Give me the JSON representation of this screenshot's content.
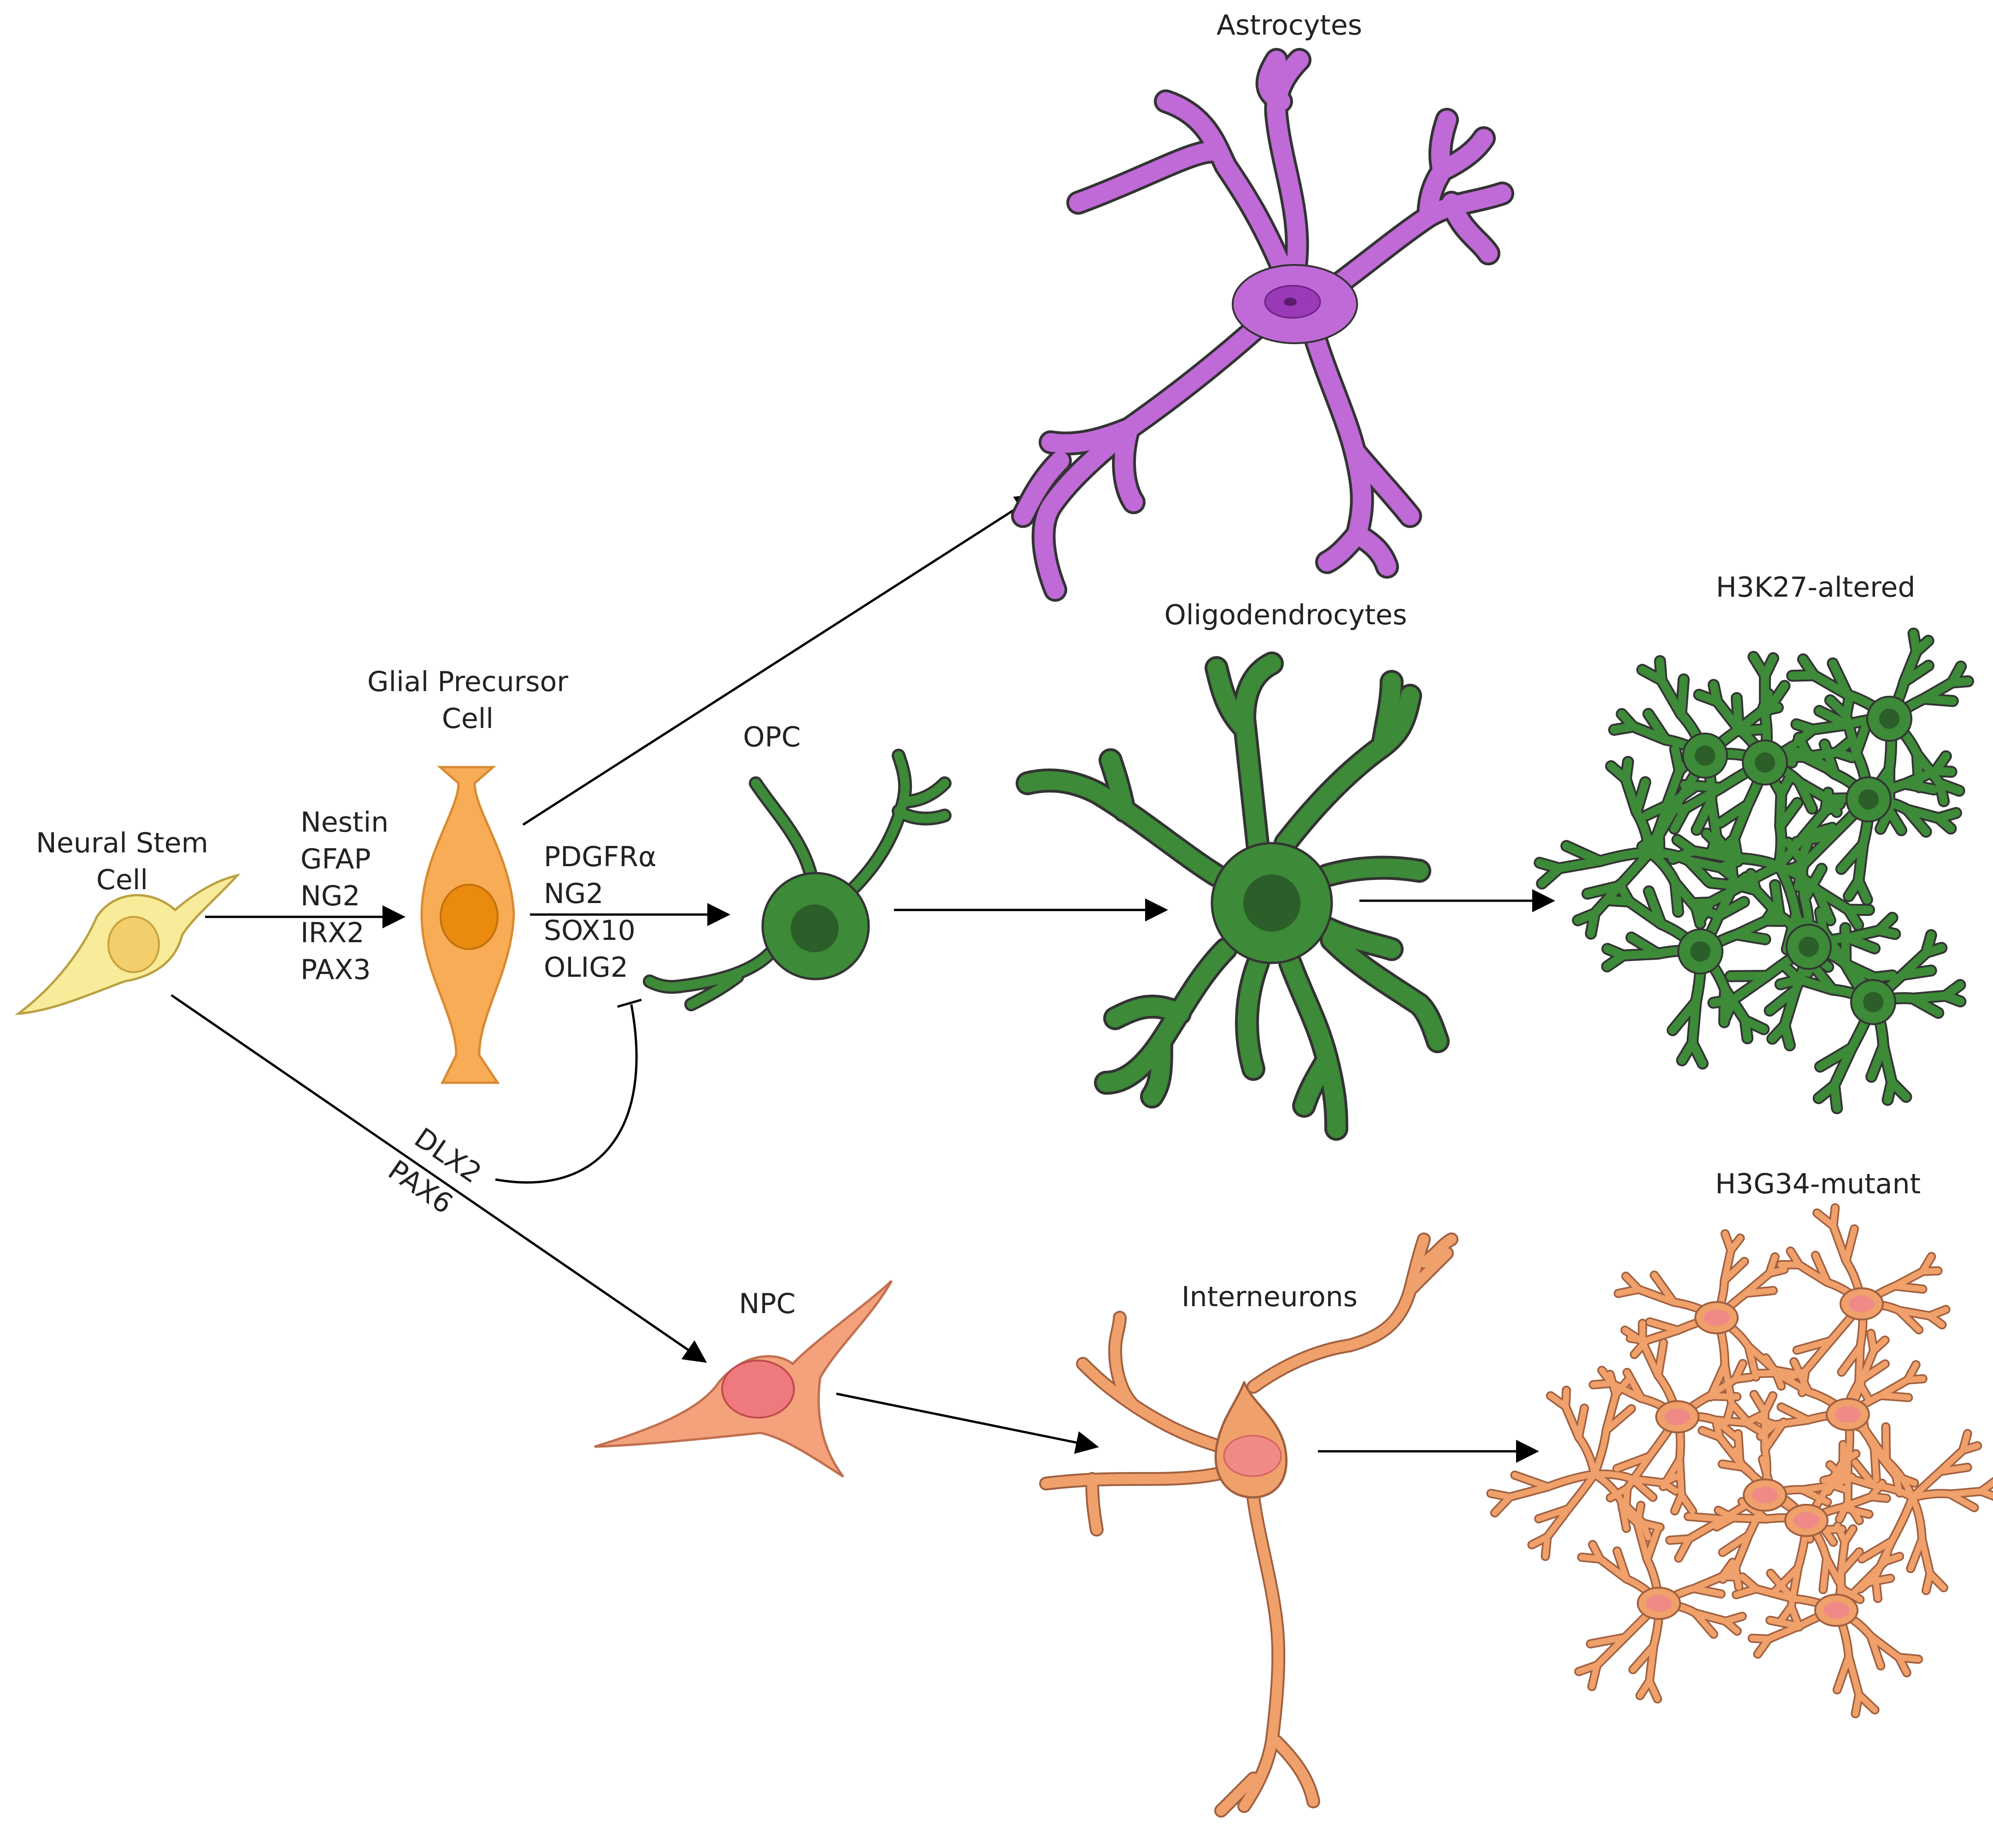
{
  "nodes": {
    "neural_stem_cell": {
      "label_line1": "Neural Stem",
      "label_line2": "Cell"
    },
    "glial_precursor": {
      "label_line1": "Glial Precursor",
      "label_line2": "Cell"
    },
    "astrocytes": {
      "label": "Astrocytes"
    },
    "opc": {
      "label": "OPC"
    },
    "oligodendrocytes": {
      "label": "Oligodendrocytes"
    },
    "h3k27": {
      "label": "H3K27-altered"
    },
    "npc": {
      "label": "NPC"
    },
    "interneurons": {
      "label": "Interneurons"
    },
    "h3g34": {
      "label": "H3G34-mutant"
    }
  },
  "markers": {
    "nsc_to_gpc": [
      "Nestin",
      "GFAP",
      "NG2",
      "IRX2",
      "PAX3"
    ],
    "gpc_to_opc": [
      "PDGFRα",
      "NG2",
      "SOX10",
      "OLIG2"
    ],
    "nsc_to_npc": [
      "DLX2",
      "PAX6"
    ]
  },
  "colors": {
    "nsc": "#f8ec9a",
    "nsc_nucleus": "#f2cf6a",
    "gpc": "#f7ac55",
    "gpc_nucleus": "#ea8a0e",
    "astro": "#c06ad8",
    "astro_nucleus": "#9a3ab8",
    "olig": "#3d8a38",
    "olig_nucleus": "#2b5e28",
    "npc": "#f4a27c",
    "npc_nucleus": "#ee7a7e",
    "inter": "#f0a06a",
    "inter_nucleus": "#f08a86",
    "outline": "#333333"
  }
}
